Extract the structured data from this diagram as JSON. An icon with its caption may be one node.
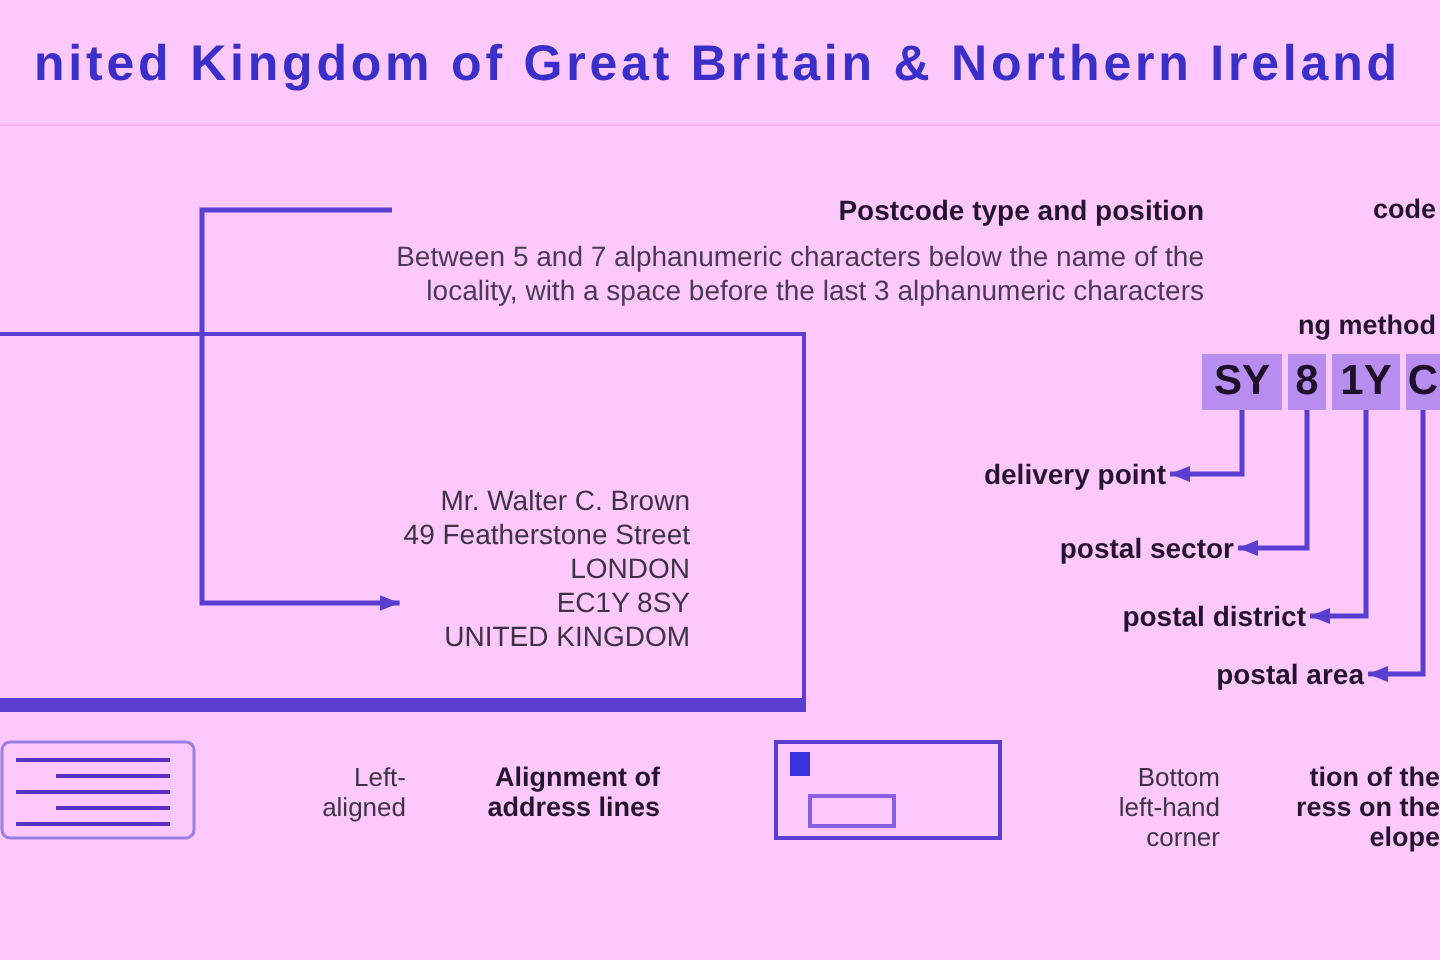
{
  "diagram": {
    "title": "nited Kingdom of Great Britain & Northern Ireland",
    "nodes": [
      {
        "text": [
          "Postcode type and position",
          "Between 5 and 7 alphanumeric characters below the name of the locality, with a space before the last 3 alphanumeric characters"
        ]
      },
      {
        "text": [],
        "shape": "box"
      },
      {
        "text": [
          "Mr. Walter C. Brown",
          "49 Featherstone Street",
          "LONDON",
          "EC1Y 8SY",
          "UNITED KINGDOM"
        ],
        "in": 1
      },
      {
        "text": [
          "SY"
        ]
      },
      {
        "text": [
          "8"
        ]
      },
      {
        "text": [
          "1Y"
        ]
      },
      {
        "text": [
          "C"
        ]
      },
      {
        "text": [
          "delivery point"
        ]
      },
      {
        "text": [
          "postal sector"
        ]
      },
      {
        "text": [
          "postal district"
        ]
      },
      {
        "text": [
          "postal area"
        ]
      }
    ],
    "edges": [
      {
        "from": 0,
        "to": 2,
        "arrow": "to"
      },
      {
        "from": 3,
        "to": 7,
        "arrow": "to"
      },
      {
        "from": 4,
        "to": 8,
        "arrow": "to"
      },
      {
        "from": 5,
        "to": 9,
        "arrow": "to"
      },
      {
        "from": 6,
        "to": 10,
        "arrow": "to"
      }
    ],
    "labels": [
      "code",
      "ng method",
      "Left-aligned",
      "Alignment of address lines",
      "Bottom left-hand corner",
      "tion of the ress on the elope"
    ]
  }
}
